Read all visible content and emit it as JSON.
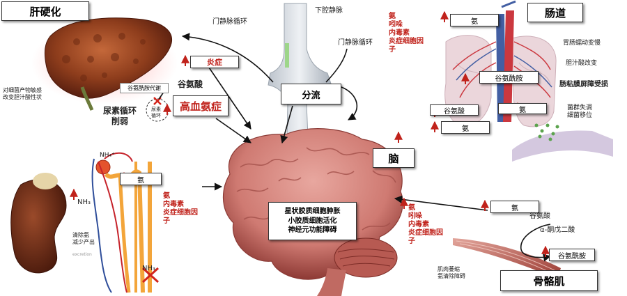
{
  "sections": {
    "liver": "肝硬化",
    "gut": "肠道",
    "brain": "脑",
    "muscle": "骨骼肌"
  },
  "liver": {
    "inflammation": "炎症",
    "glutamate": "谷氨酸",
    "hyperammonemia": "高血氨症",
    "glutamine_metabolism": "谷氨酰胺代谢",
    "urea_cycle_weak": "尿素循环\n削弱",
    "urea_cycle_small": "尿素\n循环",
    "bacterial_note": "对细菌产物敏感\n改变胆汁酸性状"
  },
  "veins": {
    "ivc": "下腔静脉",
    "portal_left": "门静脉循环",
    "portal_right": "门静脉循环",
    "shunt": "分流"
  },
  "top_mediators": "氨\n吲哚\n内毒素\n炎症细胞因\n子",
  "gut": {
    "ammonia_top": "氨",
    "glutamine": "谷氨酰胺",
    "glutamate": "谷氨酸",
    "ammonia_mid": "氨",
    "ammonia_bottom": "氨",
    "motility": "胃肠蠕动变慢",
    "bile": "胆汁酸改变",
    "mucosa": "肠粘膜屏障受损",
    "dysbiosis": "菌群失调\n细菌移位"
  },
  "kidney": {
    "nh4": "NH₄⁺",
    "nh3": "NH₃",
    "nh3_bottom": "NH₃",
    "ammonia": "氨",
    "mediators": "氨\n内毒素\n炎症细胞因\n子",
    "clearance": "清除氨\n减少产出",
    "excretion": "excretion"
  },
  "brain": {
    "effects": "星状胶质细胞肿胀\n小胶质细胞活化\n神经元功能障碍"
  },
  "muscle": {
    "mediators": "氨\n吲哚\n内毒素\n炎症细胞因\n子",
    "ammonia": "氨",
    "glutamate": "谷氨酸",
    "akg": "α-酮戊二酸",
    "glutamine": "谷氨酰胺",
    "atrophy": "肌肉萎缩\n氨清除障碍"
  },
  "colors": {
    "accent_red": "#c0221b",
    "brain_pink": "#d9877f",
    "brain_dark": "#a34b44",
    "liver_brown": "#8e3d1c",
    "vein_blue": "#2f4e9a",
    "artery_red": "#c6232b",
    "tubule_orange": "#f3a53a"
  }
}
